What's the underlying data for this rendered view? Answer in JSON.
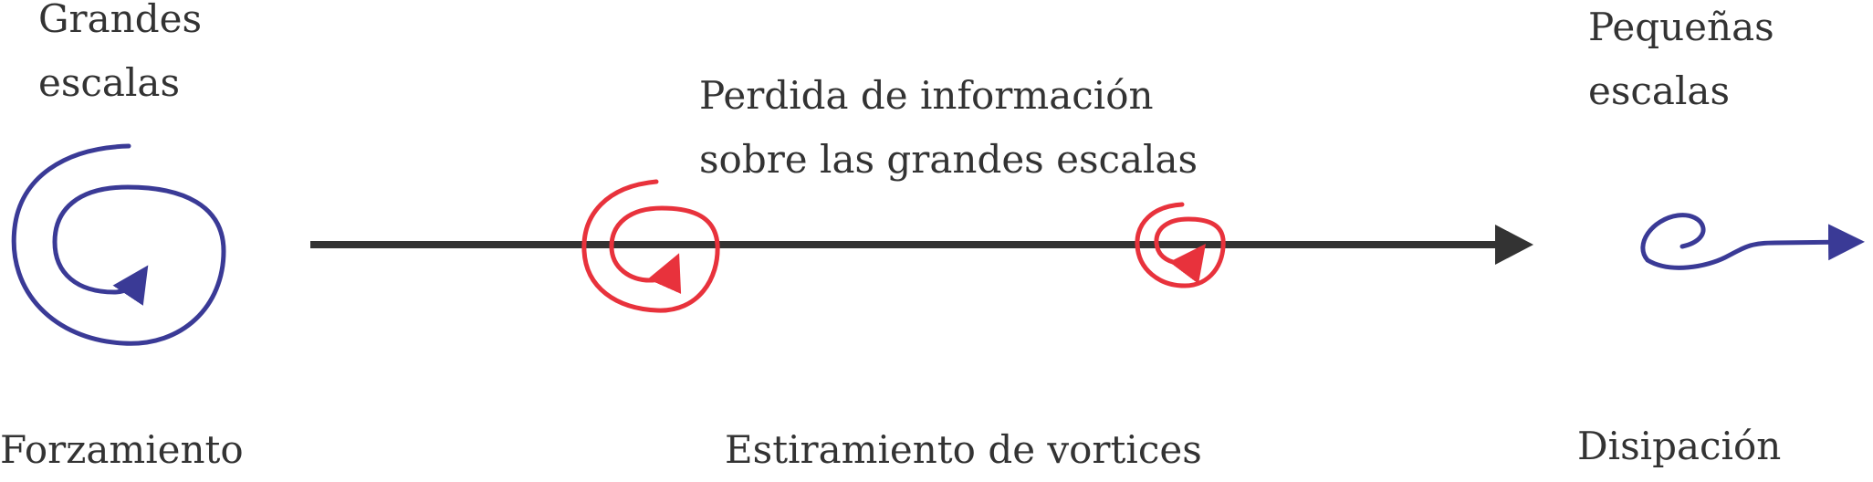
{
  "labels": {
    "grandes_line1": "Grandes",
    "grandes_line2": "escalas",
    "pequenas_line1": "Pequeñas",
    "pequenas_line2": "escalas",
    "perdida_line1": "Perdida de información",
    "perdida_line2": "sobre las grandes escalas",
    "forzamiento": "Forzamiento",
    "estiramiento": "Estiramiento de vortices",
    "disipacion": "Disipación"
  },
  "colors": {
    "large_eddy": "#3a3a96",
    "stretched_eddy": "#e8323c",
    "axis_arrow": "#333333",
    "text": "#333333"
  }
}
